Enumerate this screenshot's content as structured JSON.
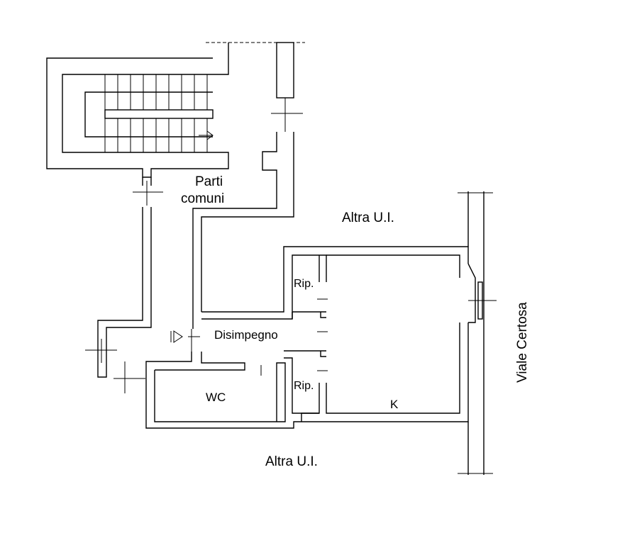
{
  "labels": {
    "parti_comuni_1": "Parti",
    "parti_comuni_2": "comuni",
    "altra_ui_top": "Altra U.I.",
    "altra_ui_bottom": "Altra U.I.",
    "viale": "Viale Certosa",
    "disimpegno": "Disimpegno",
    "rip_top": "Rip.",
    "rip_bottom": "Rip.",
    "wc": "WC",
    "kitchen": "K"
  }
}
